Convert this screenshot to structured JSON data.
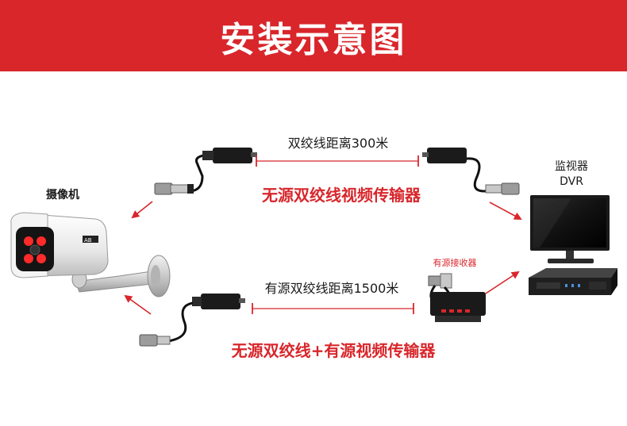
{
  "header": {
    "title": "安装示意图"
  },
  "camera": {
    "label": "摄像机",
    "brand_mark": "AB"
  },
  "dvr": {
    "label_line1": "监视器",
    "label_line2": "DVR"
  },
  "passive": {
    "distance_label": "双绞线距离300米",
    "caption": "无源双绞线视频传输器"
  },
  "active": {
    "distance_label": "有源双绞线距离1500米",
    "receiver_label": "有源接收器",
    "caption": "无源双绞线+有源视频传输器"
  },
  "colors": {
    "banner": "#d8262b",
    "accent": "#d8262b",
    "text": "#1a1a1a"
  }
}
